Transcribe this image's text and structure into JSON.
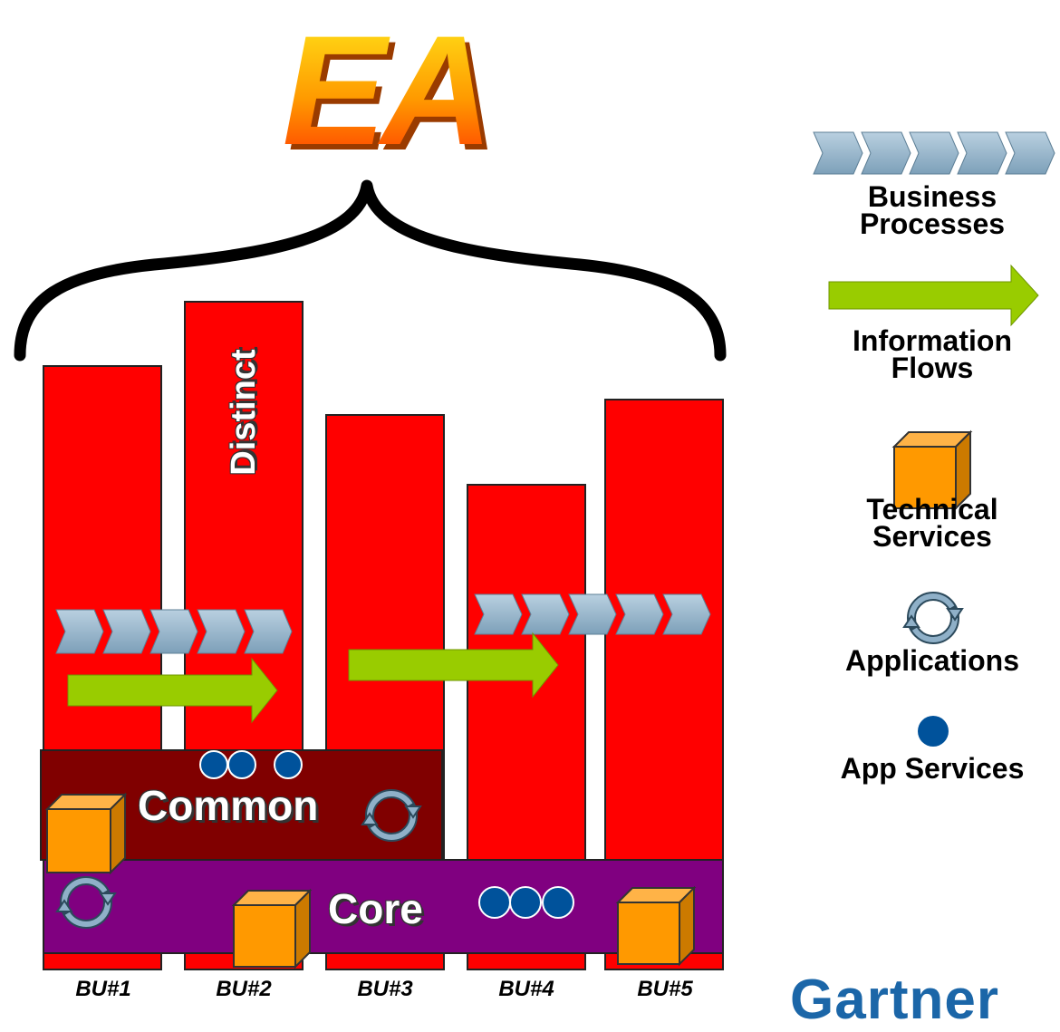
{
  "title": "EA",
  "distinct_label": "Distinct",
  "common_label": "Common",
  "core_label": "Core",
  "business_units": [
    "BU#1",
    "BU#2",
    "BU#3",
    "BU#4",
    "BU#5"
  ],
  "legend": [
    {
      "key": "business-processes",
      "label_line1": "Business",
      "label_line2": "Processes"
    },
    {
      "key": "information-flows",
      "label_line1": "Information",
      "label_line2": "Flows"
    },
    {
      "key": "technical-services",
      "label_line1": "Technical",
      "label_line2": "Services"
    },
    {
      "key": "applications",
      "label_line1": "Applications",
      "label_line2": ""
    },
    {
      "key": "app-services",
      "label_line1": "App Services",
      "label_line2": ""
    }
  ],
  "brand": "Gartner",
  "colors": {
    "bar": "#ff0000",
    "common": "#800000",
    "core": "#800080",
    "process_chevron": "#8fb0c8",
    "flow_arrow": "#99cc00",
    "cube": "#ff9900",
    "app_service": "#00529b",
    "title_top": "#ffe81a",
    "title_bottom": "#ff3300",
    "brand": "#1b66a8"
  },
  "icons": [
    "chevron-icon",
    "arrow-icon",
    "cube-icon",
    "cycle-icon",
    "dot-icon"
  ]
}
